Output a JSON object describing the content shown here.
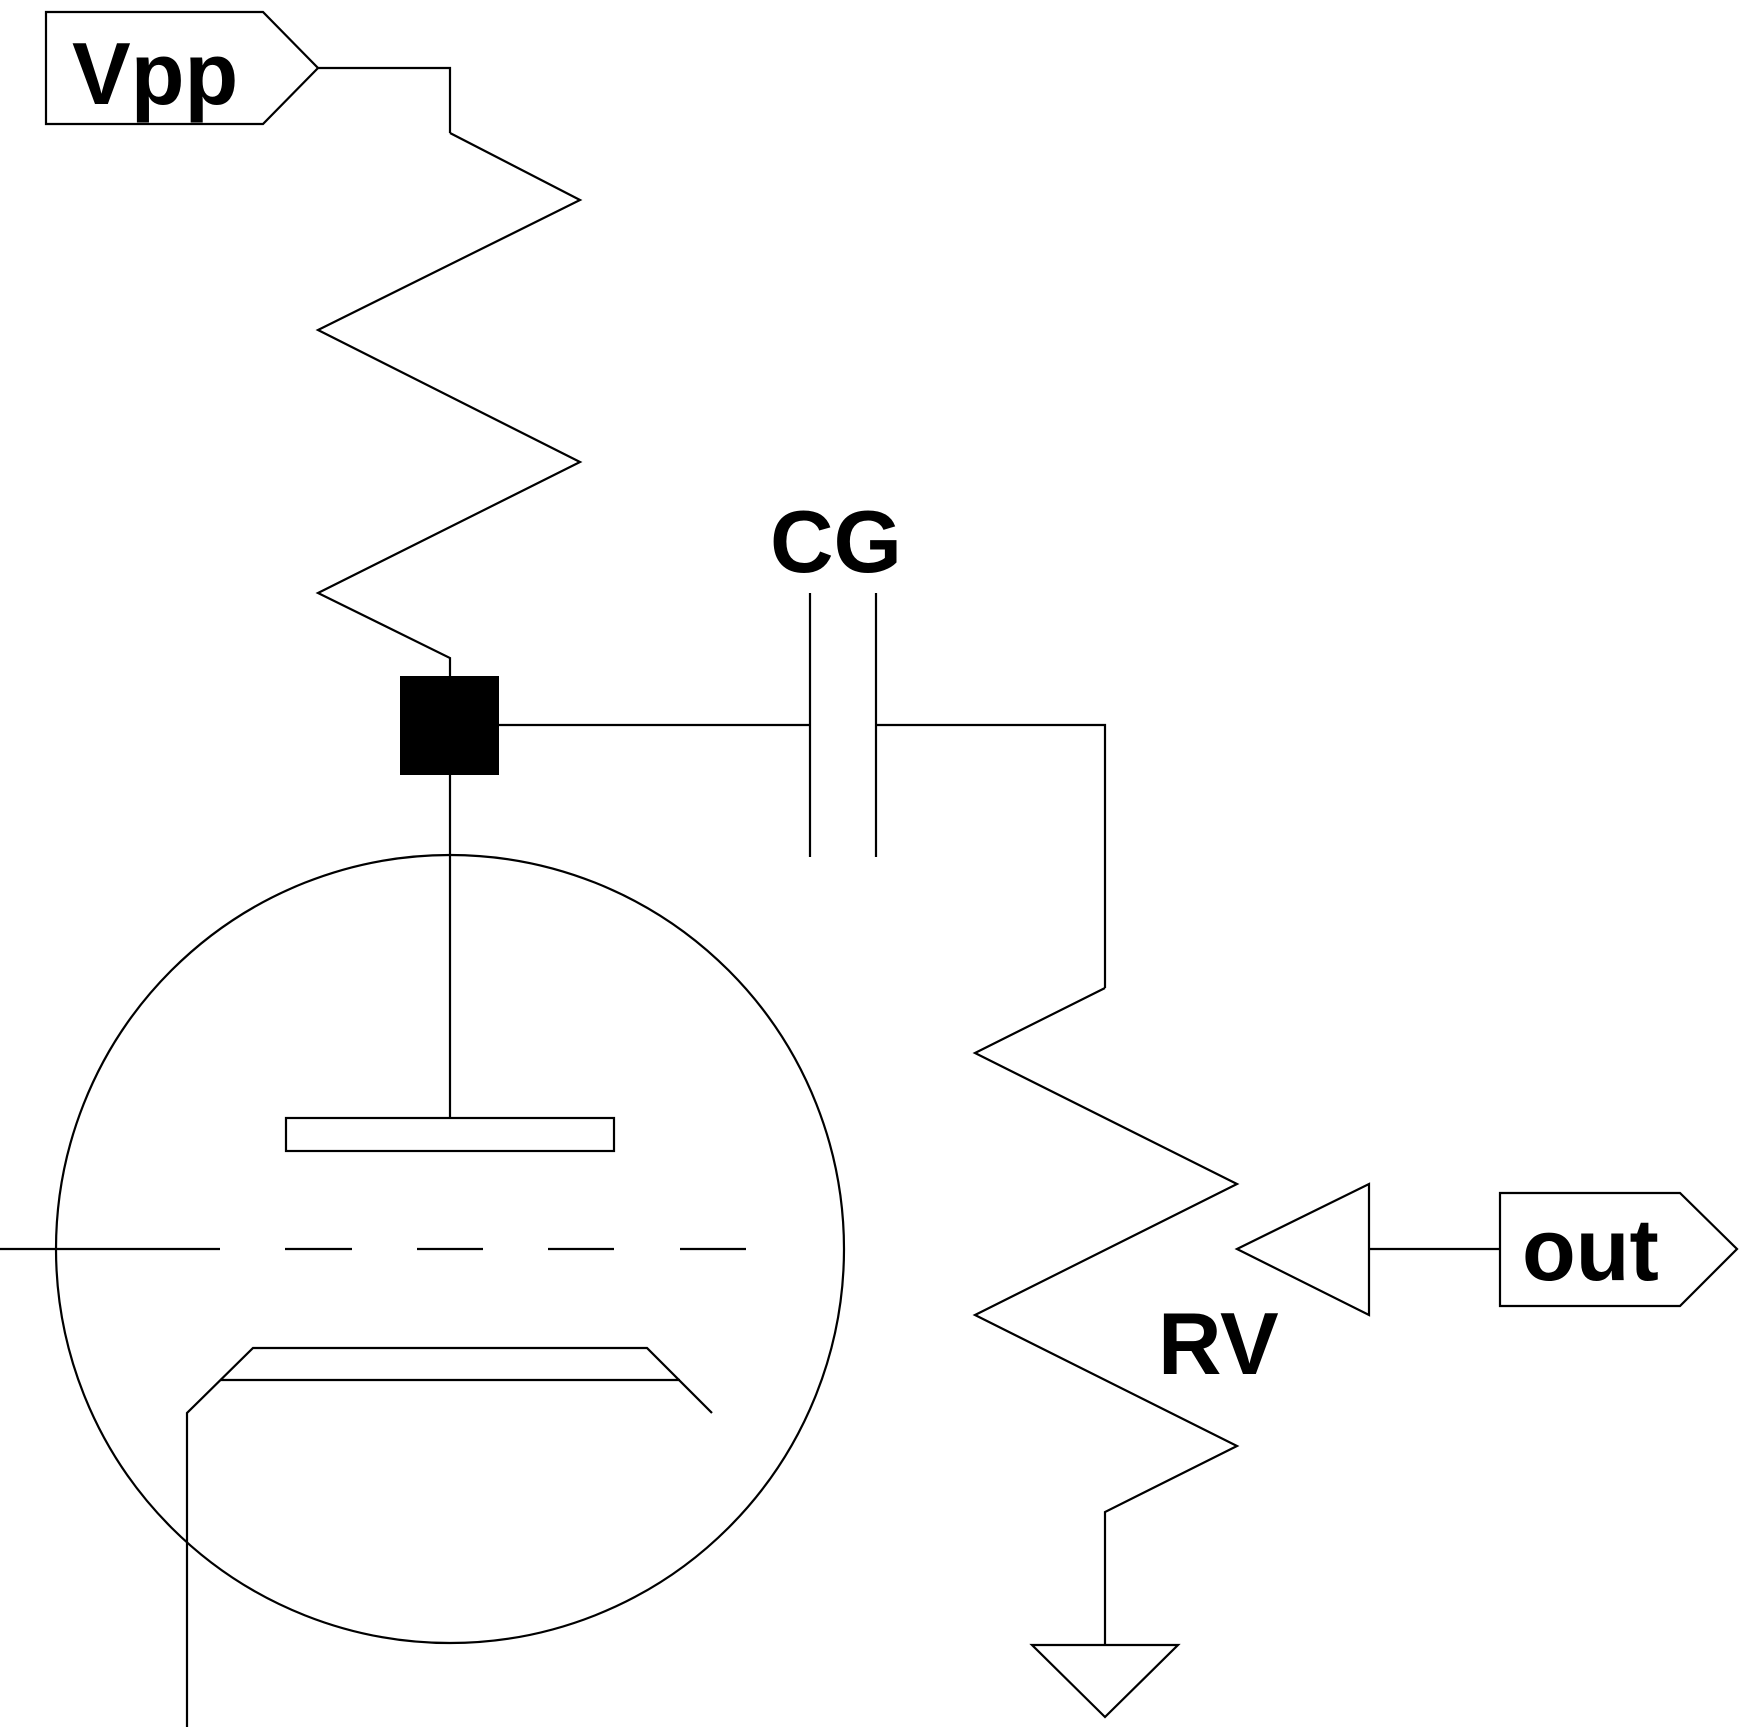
{
  "labels": {
    "supply_port": "Vpp",
    "output_port": "out",
    "coupling_capacitor": "CG",
    "volume_pot": "RV"
  },
  "colors": {
    "ink": "#000000",
    "background": "#ffffff"
  }
}
